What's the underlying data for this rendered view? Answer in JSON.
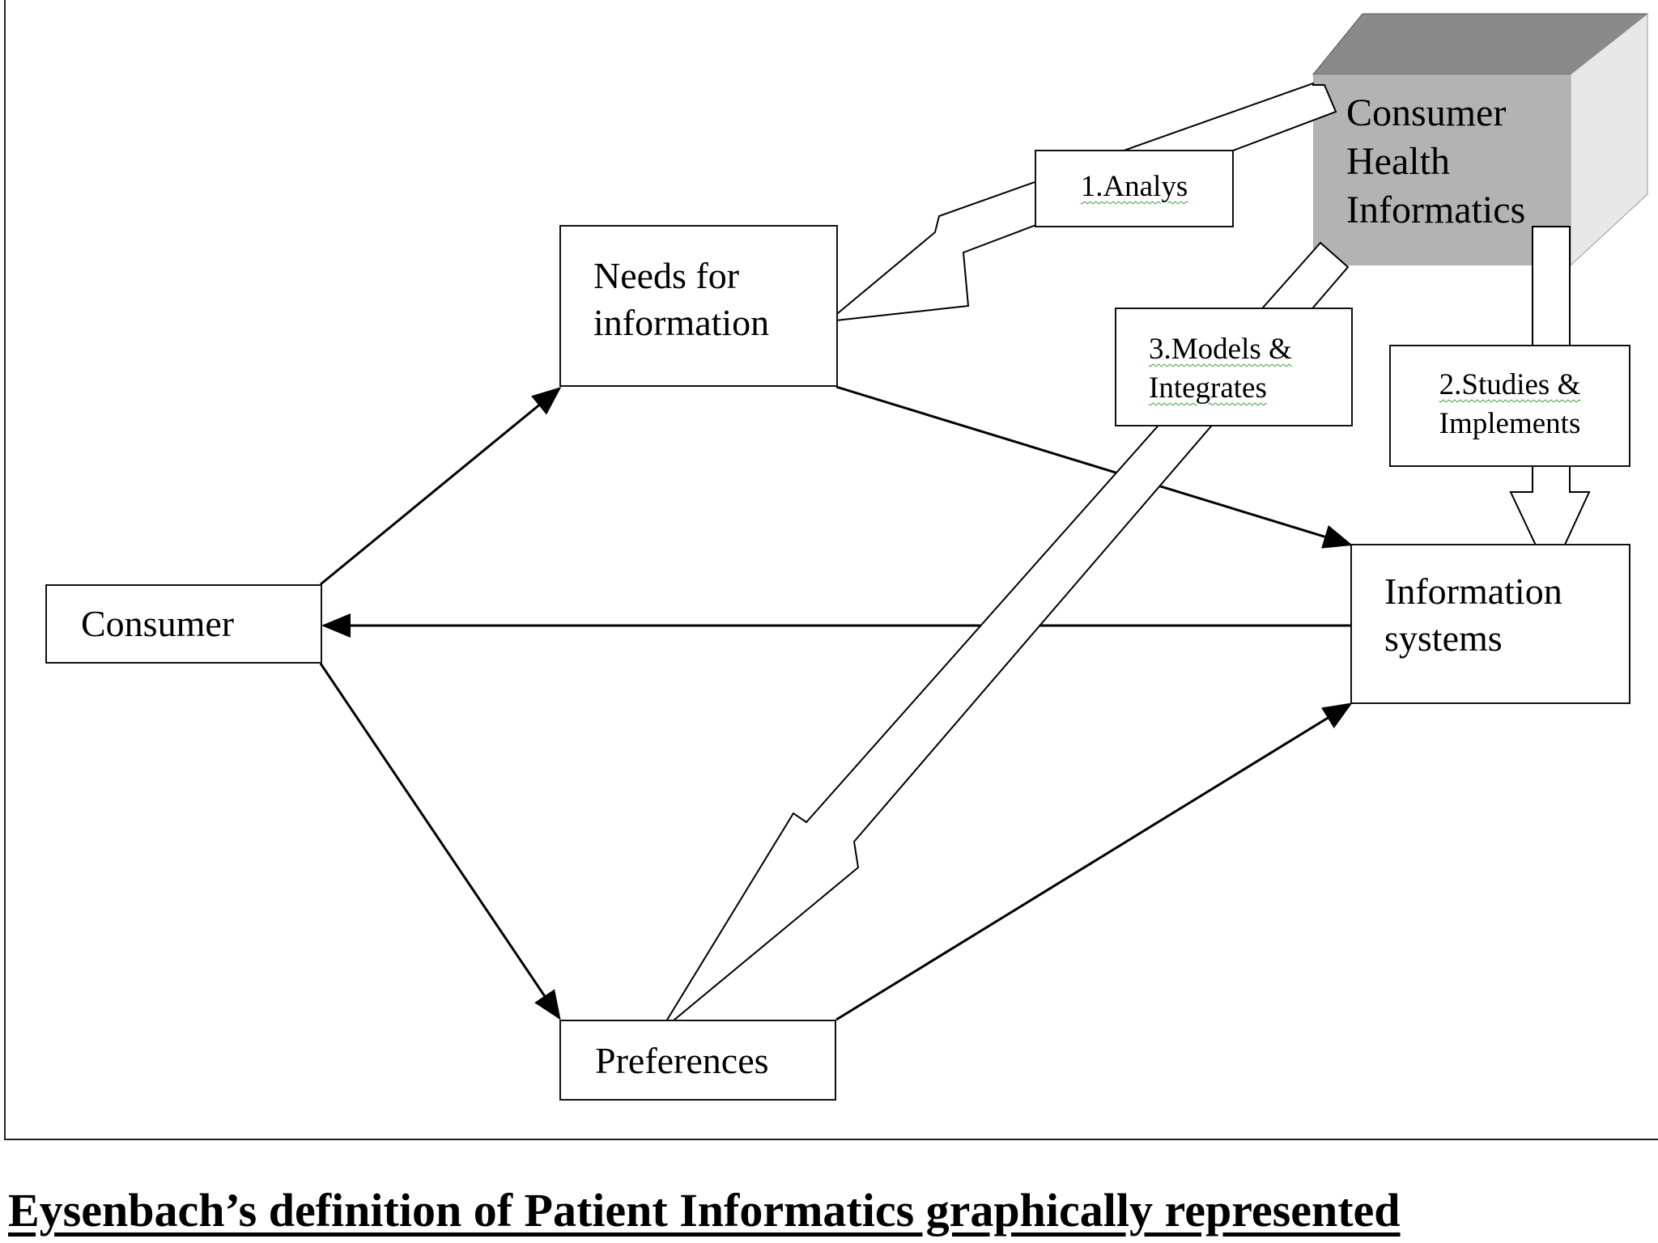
{
  "nodes": {
    "consumer": "Consumer",
    "needs_line1": "Needs for",
    "needs_line2": "information",
    "preferences": "Preferences",
    "info_line1": "Information",
    "info_line2": "systems",
    "chi_line1": "Consumer",
    "chi_line2": "Health",
    "chi_line3": "Informatics"
  },
  "labels": {
    "analys": "1.Analys",
    "models_line1": "3.Models &",
    "models_line2": "Integrates",
    "studies_line1": "2.Studies &",
    "studies_line2": "Implements"
  },
  "caption": "Eysenbach’s definition of Patient Informatics graphically represented",
  "colors": {
    "cube_front": "#b3b3b3",
    "cube_top": "#8a8a8a",
    "cube_side": "#e8e8e8",
    "lines": "#000000"
  }
}
